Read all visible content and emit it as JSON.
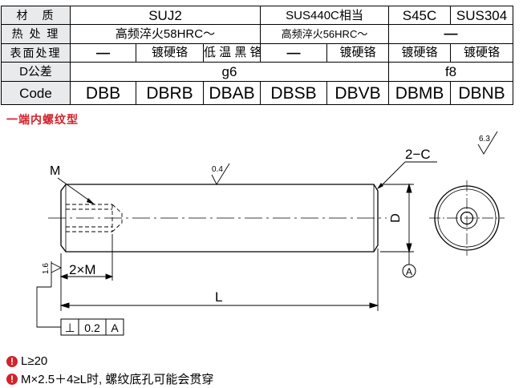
{
  "table": {
    "row_material": {
      "header": "材　质",
      "cells": [
        "SUJ2",
        "SUS440C相当",
        "S45C",
        "SUS304"
      ]
    },
    "row_heat": {
      "header": "热 处 理",
      "cells": [
        "高频淬火58HRC～",
        "高频淬火56HRC～",
        "—"
      ]
    },
    "row_surface": {
      "header": "表面处理",
      "cells": [
        "—",
        "镀硬铬",
        "低 温 黑 铬",
        "—",
        "镀硬铬",
        "镀硬铬",
        "镀硬铬"
      ]
    },
    "row_tolerance": {
      "header": "D公差",
      "cells": [
        "g6",
        "f8"
      ]
    },
    "row_code": {
      "header": "Code",
      "cells": [
        "DBB",
        "DBRB",
        "DBAB",
        "DBSB",
        "DBVB",
        "DBMB",
        "DBNB"
      ]
    }
  },
  "section_title": "一端内螺纹型",
  "drawing": {
    "label_M": "M",
    "label_2xM": "2×M",
    "label_2C": "2−C",
    "label_D": "D",
    "label_L": "L",
    "roughness_top": "0.4",
    "roughness_left": "1.6",
    "roughness_right": "6.3",
    "datum": "A",
    "gdt_symbol": "⊥",
    "gdt_tolerance": "0.2",
    "gdt_datum": "A"
  },
  "notes": [
    {
      "icon": "!",
      "text": "L≥20"
    },
    {
      "icon": "!",
      "text": "M×2.5＋4≥L时, 螺纹底孔可能会贯穿"
    }
  ],
  "colors": {
    "accent": "#d2232a",
    "header_bg": "#e9eaeb",
    "line": "#000000"
  }
}
